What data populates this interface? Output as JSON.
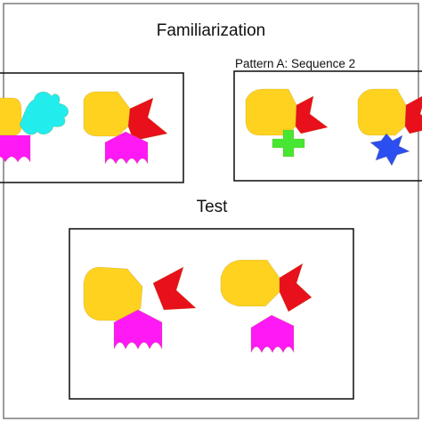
{
  "headings": {
    "familiarization": "Familiarization",
    "test": "Test"
  },
  "captions": {
    "pattern_a": "Pattern A: Sequence 2"
  },
  "colors": {
    "background": "#ffffff",
    "frame_stroke": "#1a1a1a",
    "outer_frame_stroke": "#5a5a5a",
    "yellow_shape": "#ffd21f",
    "red_shape": "#e8101a",
    "magenta_shape": "#ff19f5",
    "cyan_shape": "#22ecec",
    "green_shape": "#46e632",
    "blue_shape": "#2b4ef0",
    "shape_outline": "#9a7b1a"
  },
  "shapes": {
    "yellow": "yellow-rounded-hexagon",
    "red": "red-chevron",
    "magenta": "magenta-scalloped-pentagon",
    "cyan": "cyan-blob",
    "green": "green-cross",
    "blue": "blue-star"
  }
}
